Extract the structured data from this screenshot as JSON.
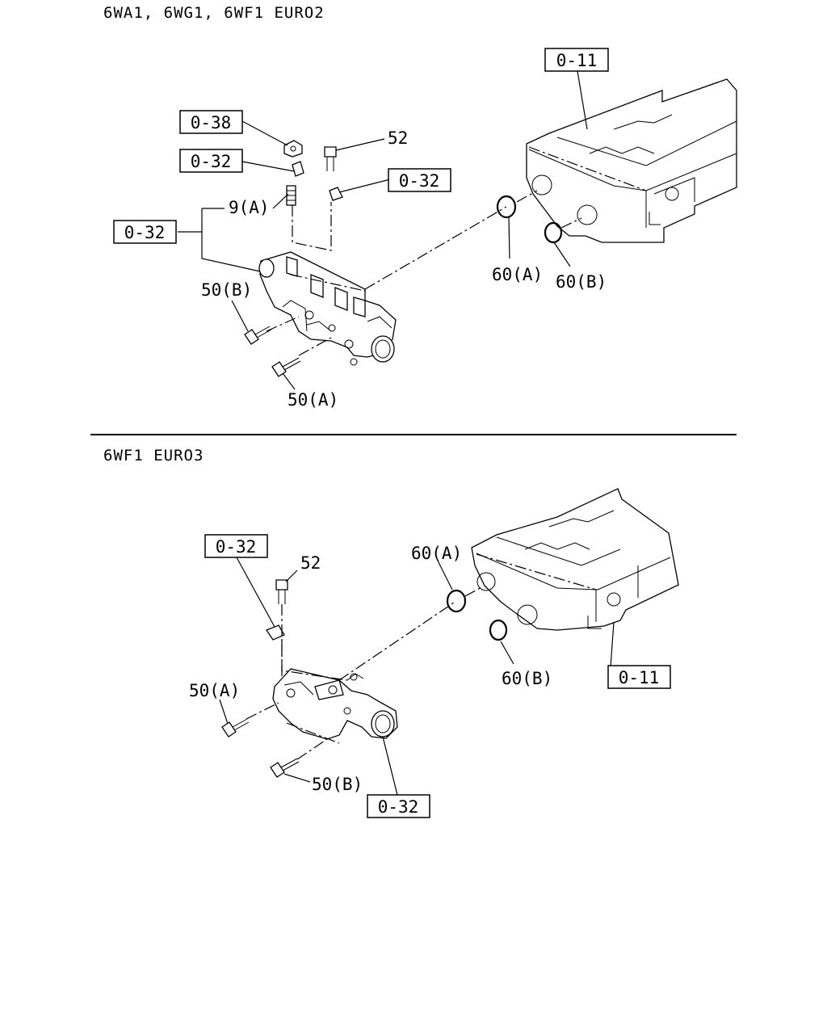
{
  "sections": [
    {
      "header": "6WA1, 6WG1, 6WF1  EURO2",
      "ref_boxes": [
        "0-11",
        "0-38",
        "0-32",
        "0-32",
        "0-32"
      ],
      "callouts": [
        "52",
        "9(A)",
        "50(B)",
        "50(A)",
        "60(A)",
        "60(B)"
      ]
    },
    {
      "header": "6WF1  EURO3",
      "ref_boxes": [
        "0-32",
        "0-11",
        "0-32"
      ],
      "callouts": [
        "52",
        "60(A)",
        "50(A)",
        "60(B)",
        "50(B)"
      ]
    }
  ]
}
